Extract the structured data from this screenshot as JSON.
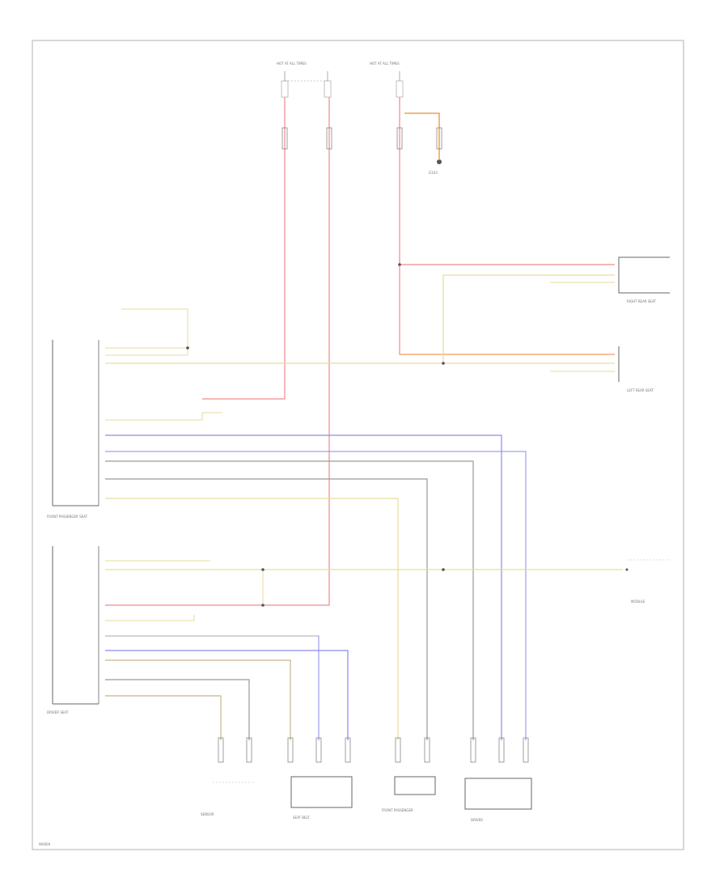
{
  "footer": {
    "page_id": "W0000"
  },
  "colors": {
    "red": "#f08a8a",
    "yellow": "#e6de9a",
    "blue": "#8a8af0",
    "gray": "#9a9a9a",
    "tan": "#c8b48a",
    "orange": "#f0a050",
    "frame": "#cccccc",
    "box": "#666666"
  },
  "labels": {
    "top_fuse_left": "HOT AT ALL TIMES",
    "top_fuse_right": "HOT AT ALL TIMES",
    "ground_label": "G103",
    "upper_right_module": "RIGHT REAR SEAT",
    "right_mid_module": "LEFT REAR SEAT",
    "left_upper_module": "FRONT PASSENGER SEAT",
    "left_lower_module": "DRIVER SEAT",
    "right_lower_module": "MODULE",
    "bottom_1": "SENSOR",
    "bottom_2": "SEAT BELT",
    "bottom_3": "FRONT PASSENGER",
    "bottom_4": "DRIVER"
  }
}
